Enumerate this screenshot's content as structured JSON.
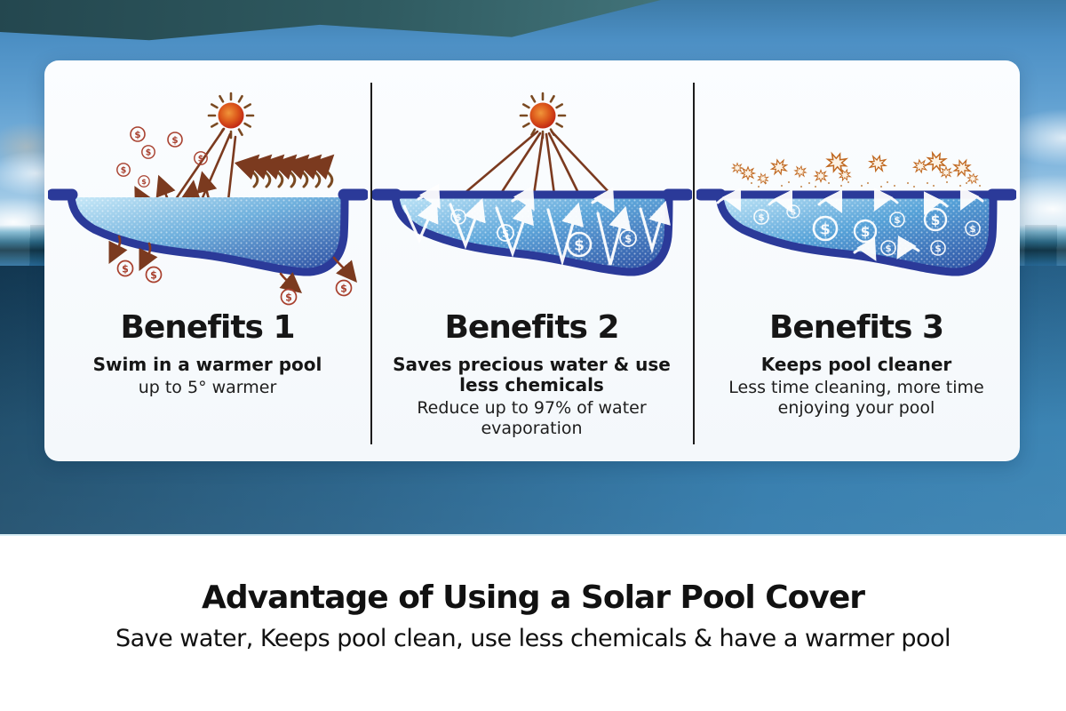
{
  "infographic": {
    "panels": [
      {
        "title": "Benefits 1",
        "subtitle": "Swim in a warmer pool",
        "description": "up to 5° warmer"
      },
      {
        "title": "Benefits 2",
        "subtitle": "Saves precious water & use less chemicals",
        "description": "Reduce up to 97% of water evaporation"
      },
      {
        "title": "Benefits 3",
        "subtitle": "Keeps pool cleaner",
        "description": "Less time cleaning, more time enjoying your pool"
      }
    ],
    "footer": {
      "title": "Advantage of Using a Solar Pool Cover",
      "subtitle": "Save water, Keeps pool clean, use less chemicals & have a warmer pool"
    },
    "icons": {
      "sun": "sun-icon",
      "dollar": "dollar-coin-icon",
      "heat_waves": "heat-waves-icon",
      "leaves": "leaf-icon",
      "pool": "pool-cross-section-icon"
    },
    "colors": {
      "card_bg": "#f7fafc",
      "pool_navy": "#2b3a99",
      "sun_core": "#e07b28",
      "sun_edge": "#c62f17",
      "ray_brown": "#7b3a1f",
      "dollar_red": "#a8402e",
      "arrow_white": "#ffffff",
      "leaf_orange": "#c06820",
      "divider": "#1c1c1c",
      "sea_blue": "#2e78aa"
    }
  }
}
